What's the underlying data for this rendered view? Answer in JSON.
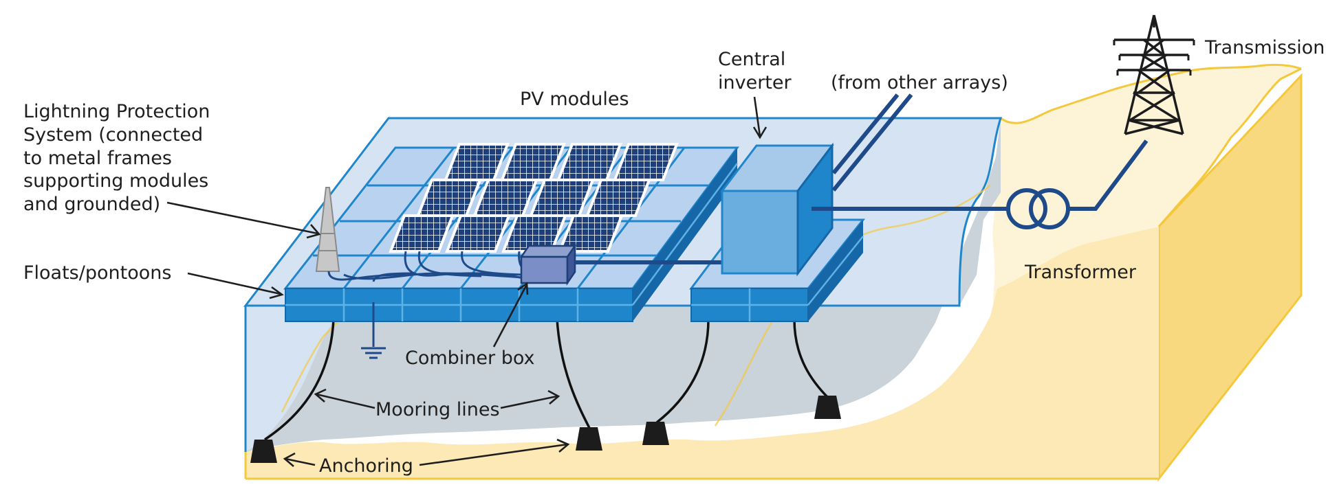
{
  "labels": {
    "lightning": [
      "Lightning Protection",
      "System (connected",
      "to metal frames",
      "supporting modules",
      "and grounded)"
    ],
    "floats": "Floats/pontoons",
    "pv_modules": "PV modules",
    "central_inverter": [
      "Central",
      "inverter"
    ],
    "other_arrays": "(from other arrays)",
    "transmission": "Transmission",
    "transformer": "Transformer",
    "combiner_box": "Combiner box",
    "mooring_lines": "Mooring lines",
    "anchoring": "Anchoring"
  },
  "colors": {
    "water_light": "#d5e3f3",
    "water_deep": "#c9d3d9",
    "sand": "#fde9b6",
    "sand_dark": "#f9d97f",
    "land_outline": "#f5c73b",
    "float_blue": "#1f86cc",
    "float_dark": "#1667a8",
    "panel_navy": "#1f3f78",
    "cable_navy": "#1f4a8a",
    "anchor": "#1c1c1c"
  }
}
